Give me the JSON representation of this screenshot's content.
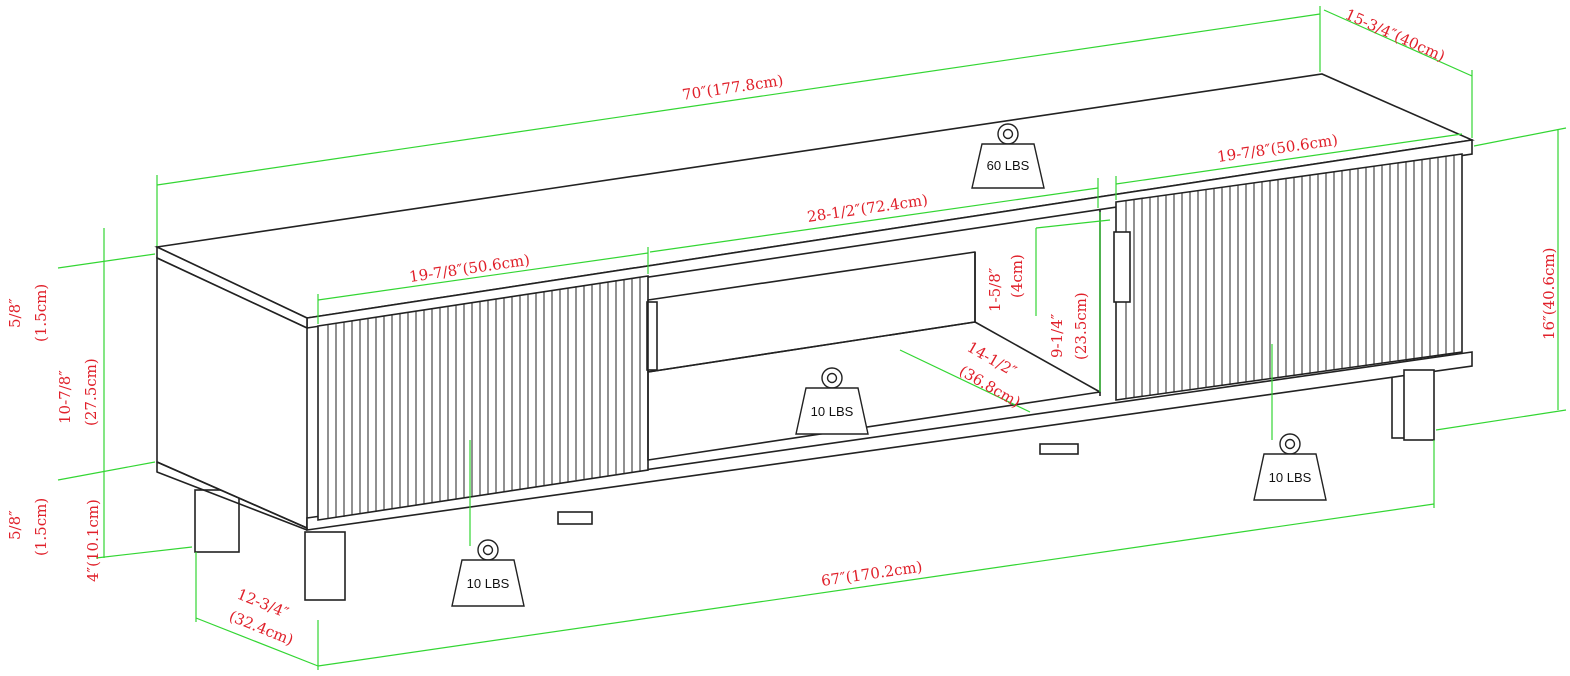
{
  "dimensions": {
    "total_width": "70″(177.8cm)",
    "depth_top": "15-3/4″(40cm)",
    "left_door_width": "19-7/8″(50.6cm)",
    "right_door_width": "19-7/8″(50.6cm)",
    "middle_opening": "28-1/2″(72.4cm)",
    "shelf_clearance_in": "1-5/8″",
    "shelf_clearance_cm": "(4cm)",
    "interior_height_in": "9-1/4″",
    "interior_height_cm": "(23.5cm)",
    "shelf_depth_in": "14-1/2″",
    "shelf_depth_cm": "(36.8cm)",
    "total_height": "16″(40.6cm)",
    "top_thickness_in": "5/8″",
    "top_thickness_cm": "(1.5cm)",
    "cabinet_height_in": "10-7/8″",
    "cabinet_height_cm": "(27.5cm)",
    "bottom_thickness_in": "5/8″",
    "bottom_thickness_cm": "(1.5cm)",
    "leg_height": "4″(10.1cm)",
    "leg_span": "67″(170.2cm)",
    "leg_depth_in": "12-3/4″",
    "leg_depth_cm": "(32.4cm)"
  },
  "weights": {
    "top": "60 LBS",
    "middle_shelf": "10 LBS",
    "left_cabinet": "10 LBS",
    "right_cabinet": "10 LBS"
  },
  "colors": {
    "dimension_line": "#33d633",
    "dimension_text": "#e0202a",
    "outline": "#222222"
  }
}
